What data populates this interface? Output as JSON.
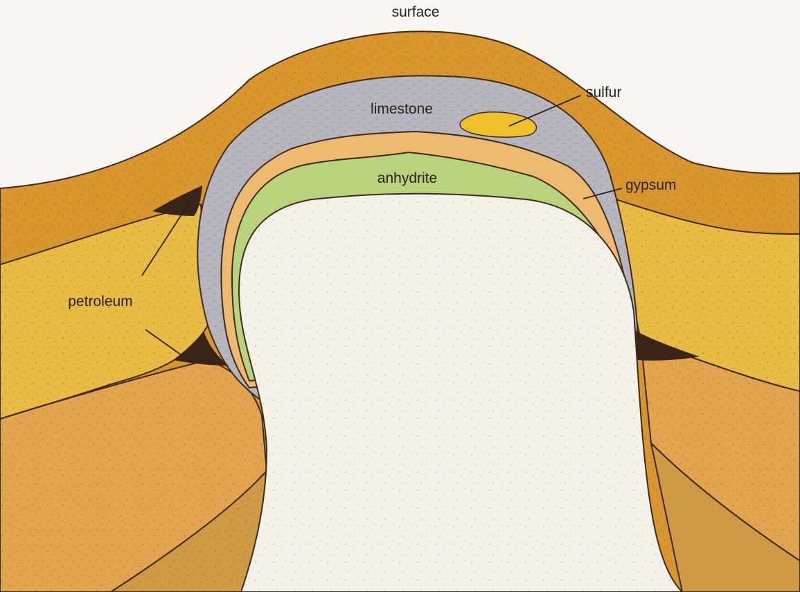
{
  "labels": {
    "surface": "surface",
    "sulfur": "sulfur",
    "limestone": "limestone",
    "anhydrite": "anhydrite",
    "gypsum": "gypsum",
    "petroleum": "petroleum"
  },
  "colors": {
    "sky": "#f7f6f2",
    "top_layer": "#d9952e",
    "yellow_layer": "#e8bb45",
    "deep_layer": "#e2a44f",
    "dark_brown_layer": "#cf9a45",
    "limestone": "#b7b5bd",
    "gypsum": "#eeba70",
    "anhydrite": "#b9d37d",
    "salt_core": "#f4f1e8",
    "sulfur": "#f0c02a",
    "petroleum": "#3a2417",
    "outline": "#3b2a1a"
  }
}
